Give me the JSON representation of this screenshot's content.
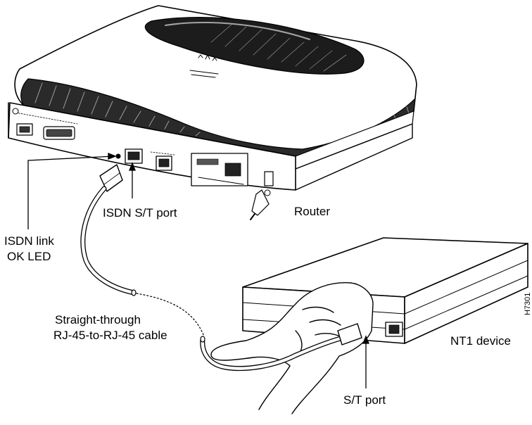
{
  "labels": {
    "router": "Router",
    "isdn_st_port": "ISDN S/T port",
    "isdn_link_line1": "ISDN link",
    "isdn_link_line2": "OK LED",
    "cable_line1": "Straight-through",
    "cable_line2": "RJ-45-to-RJ-45 cable",
    "nt1_device": "NT1 device",
    "st_port": "S/T port",
    "figure_code": "H7301"
  },
  "colors": {
    "line": "#000000",
    "background": "#ffffff",
    "shade": "#2a2a2a"
  }
}
